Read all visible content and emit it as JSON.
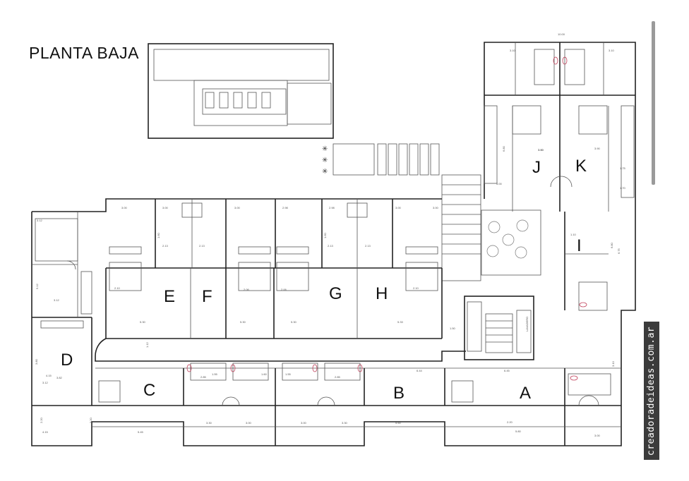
{
  "title": "PLANTA BAJA",
  "watermark": "creadoradeideas.com.ar",
  "units": [
    "A",
    "B",
    "C",
    "D",
    "E",
    "F",
    "G",
    "H",
    "I",
    "J",
    "K"
  ],
  "labels": {
    "stair": "LAVADERO"
  },
  "dimensions": [
    "10.00",
    "3.10",
    "3.10",
    "3.12",
    "3.12",
    "6.80",
    "7.00",
    "3.90",
    "3.90",
    "5.00",
    "1.75",
    "1.70",
    "1.10",
    "6.80",
    "6.75",
    "3.00",
    "3.00",
    "3.00",
    "2.98",
    "2.98",
    "3.00",
    "3.00",
    "1.60",
    "1.60",
    "2.13",
    "2.13",
    "2.13",
    "2.13",
    "5.30",
    "5.30",
    "5.30",
    "5.33",
    "2.10",
    "2.10",
    "2.06",
    "2.06",
    "1.12",
    "1.50",
    "1.55",
    "1.55",
    "1.60",
    "2.85",
    "2.85",
    "3.80",
    "4.15",
    "5.80",
    "5.45",
    "3.12",
    "3.82",
    "5.12",
    "3.30",
    "3.00",
    "3.00",
    "3.30",
    "5.60",
    "3.00",
    "3.10",
    "6.44",
    "6.45",
    "2.20",
    "3.20",
    "2.20",
    "4.15"
  ],
  "colors": {
    "line": "#222222",
    "fixture": "#c0405a",
    "background": "#ffffff"
  }
}
